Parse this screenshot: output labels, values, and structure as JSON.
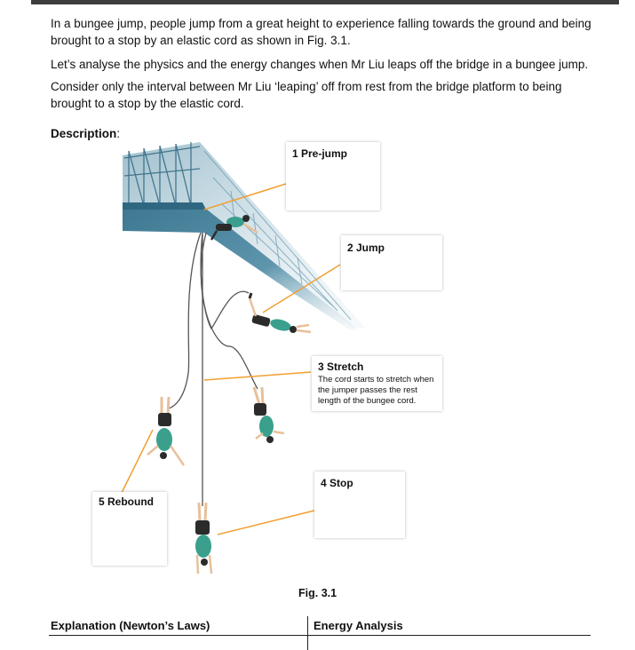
{
  "paragraphs": {
    "p1": "In a bungee jump, people jump from a great height to experience falling towards the ground and being brought to a stop by an elastic cord as shown in Fig. 3.1.",
    "p2": "Let’s analyse the physics and the energy changes when Mr Liu leaps off the bridge in a bungee jump.",
    "p3": "Consider only the interval between Mr Liu ‘leaping’ off from rest from the bridge platform to being brought to a stop by the elastic cord."
  },
  "description_label": "Description",
  "description_colon": ":",
  "figure": {
    "boxes": {
      "prejump": "1 Pre-jump",
      "jump": "2 Jump",
      "stretch": "3 Stretch",
      "stretch_note": "The cord starts to stretch when the jumper passes the rest length of the bungee cord.",
      "stop": "4 Stop",
      "rebound": "5 Rebound"
    },
    "caption": "Fig. 3.1",
    "colors": {
      "bridge": "#3f7a93",
      "leader_line": "#f0a030",
      "jumper_shirt": "#3aa08d",
      "cord": "#555555"
    }
  },
  "table": {
    "col1_header": "Explanation (Newton’s Laws)",
    "col2_header": "Energy Analysis"
  }
}
